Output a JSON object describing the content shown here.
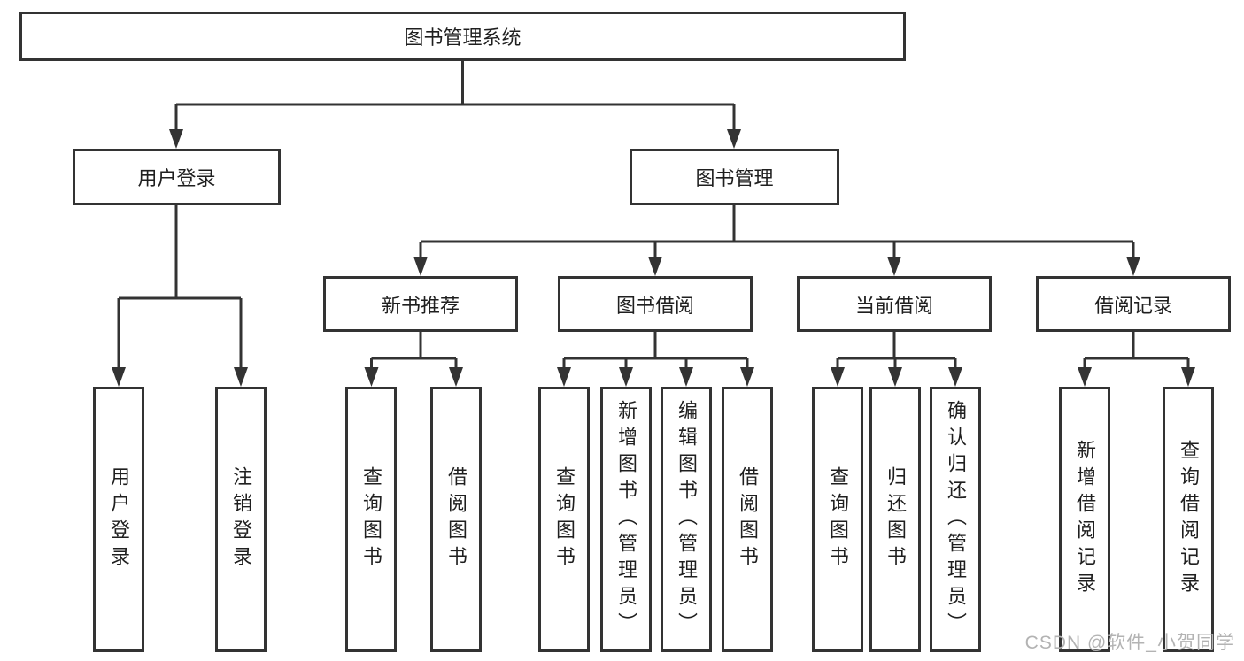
{
  "diagram": {
    "root": {
      "label": "图书管理系统"
    },
    "branches": [
      {
        "label": "用户登录",
        "leaves": [
          {
            "label": "用户登录"
          },
          {
            "label": "注销登录"
          }
        ]
      },
      {
        "label": "图书管理",
        "groups": [
          {
            "label": "新书推荐",
            "leaves": [
              {
                "label": "查询图书"
              },
              {
                "label": "借阅图书"
              }
            ]
          },
          {
            "label": "图书借阅",
            "leaves": [
              {
                "label": "查询图书"
              },
              {
                "label": "新增图书（管理员）"
              },
              {
                "label": "编辑图书（管理员）"
              },
              {
                "label": "借阅图书"
              }
            ]
          },
          {
            "label": "当前借阅",
            "leaves": [
              {
                "label": "查询图书"
              },
              {
                "label": "归还图书"
              },
              {
                "label": "确认归还（管理员）"
              }
            ]
          },
          {
            "label": "借阅记录",
            "leaves": [
              {
                "label": "新增借阅记录"
              },
              {
                "label": "查询借阅记录"
              }
            ]
          }
        ]
      }
    ]
  },
  "watermark": {
    "text": "CSDN @软件_小贺同学"
  },
  "colors": {
    "line": "#333333",
    "box_border": "#333333",
    "box_fill": "#ffffff",
    "text": "#1f1f1f",
    "watermark": "#b3b3b3",
    "background": "#ffffff"
  }
}
